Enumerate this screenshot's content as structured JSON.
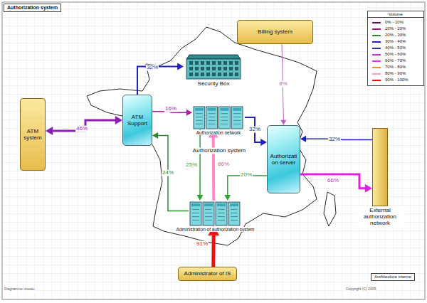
{
  "diagram": {
    "title": "Authorization system",
    "nodes": [
      {
        "text": [
          "ATM system"
        ]
      },
      {
        "text": [
          "ATM Support"
        ]
      },
      {
        "text": [
          "Security Box"
        ]
      },
      {
        "text": [
          "Billing system"
        ]
      },
      {
        "text": [
          "Authorization network"
        ]
      },
      {
        "text": [
          "Authorization server"
        ]
      },
      {
        "text": [
          "External authorization network"
        ]
      },
      {
        "text": [
          "Administration of authorization system"
        ]
      },
      {
        "text": [
          "Administrator of IS"
        ]
      }
    ],
    "edges": [
      {
        "from": 0,
        "to": 1,
        "label": "46%",
        "arrow": "both"
      },
      {
        "from": 1,
        "to": 2,
        "label": "32%",
        "arrow": "to"
      },
      {
        "from": 1,
        "to": 4,
        "label": "16%",
        "arrow": "to"
      },
      {
        "from": 3,
        "to": 5,
        "label": "8%",
        "arrow": "to"
      },
      {
        "from": 4,
        "to": 5,
        "label": "32%",
        "arrow": "to"
      },
      {
        "from": 6,
        "to": 5,
        "label": "32%",
        "arrow": "to"
      },
      {
        "from": 5,
        "to": 6,
        "label": "66%",
        "arrow": "to"
      },
      {
        "from": 7,
        "to": 1,
        "label": "24%",
        "arrow": "to"
      },
      {
        "from": 4,
        "to": 7,
        "label": "25%",
        "arrow": "to"
      },
      {
        "from": 7,
        "to": 4,
        "label": "86%",
        "arrow": "to"
      },
      {
        "from": 5,
        "to": 7,
        "label": "20%",
        "arrow": "to"
      },
      {
        "from": 8,
        "to": 7,
        "label": "91%",
        "arrow": "to"
      }
    ],
    "labels": [
      "Authorization system",
      "Diagramme réseau",
      "Copyright (C) 2005",
      "Architecture interne",
      "Volume"
    ],
    "legend": [
      {
        "text": "0% - 10%"
      },
      {
        "text": "10% - 20%"
      },
      {
        "text": "20% - 30%"
      },
      {
        "text": "30% - 40%"
      },
      {
        "text": "40% - 50%"
      },
      {
        "text": "50% - 60%"
      },
      {
        "text": "60% - 70%"
      },
      {
        "text": "70% - 80%"
      },
      {
        "text": "80% - 90%"
      },
      {
        "text": "90% - 100%"
      }
    ]
  }
}
